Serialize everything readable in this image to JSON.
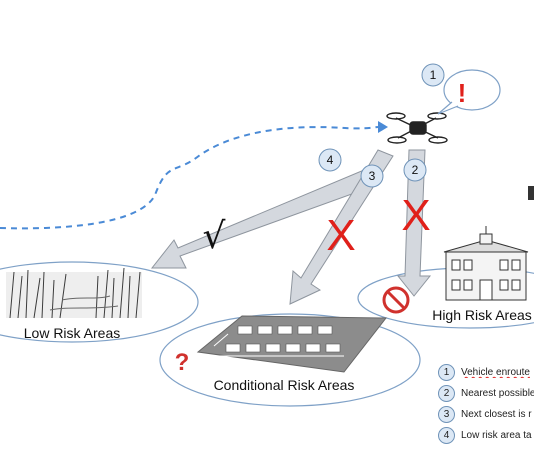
{
  "areas": {
    "low": "Low Risk Areas",
    "conditional": "Conditional Risk Areas",
    "high": "High Risk Areas"
  },
  "markers": {
    "step1": "1",
    "step2": "2",
    "step3": "3",
    "step4": "4",
    "exclamation": "!",
    "question": "?",
    "check": "√",
    "cross": "X"
  },
  "legend": [
    {
      "num": "1",
      "text_underlined": "Vehicle enroute",
      "text": ""
    },
    {
      "num": "2",
      "text_underlined": "",
      "text": "Nearest possible"
    },
    {
      "num": "3",
      "text_underlined": "",
      "text": "Next closest is r"
    },
    {
      "num": "4",
      "text_underlined": "",
      "text": "Low risk area ta"
    }
  ],
  "colors": {
    "arrow_fill": "#d4d8de",
    "arrow_stroke": "#8e959e",
    "path_dash": "#4a8ad6",
    "ellipse": "#7fa1c7",
    "circle_fill": "#dce8f5",
    "circle_stroke": "#6f93b8",
    "cross": "#e0201a",
    "no_sign": "#d0312d",
    "parking": "#8c8c8c"
  }
}
